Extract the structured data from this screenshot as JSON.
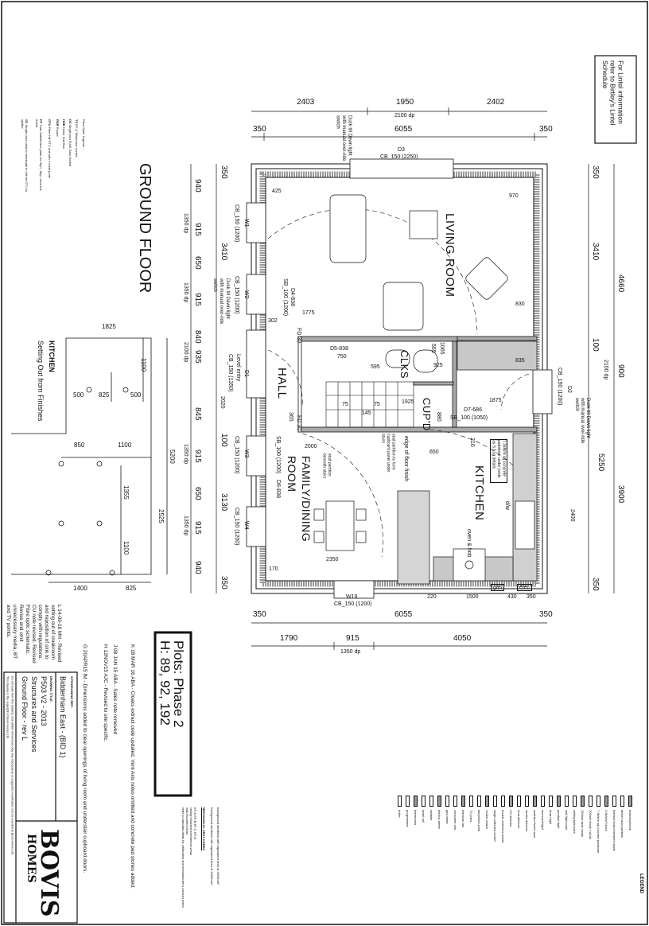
{
  "sheet": {
    "title": "GROUND FLOOR",
    "lintel_note": "For Lintel information refer to Birtley's Lintel Schedule",
    "plots": [
      "Plots: Phase 2",
      "H: 89, 92, 192"
    ]
  },
  "rooms": {
    "living": "LIVING ROOM",
    "kitchen": "KITCHEN",
    "family": "FAMILY/DINING ROOM",
    "hall": "HALL",
    "clks": "CLKS",
    "cupd": "CUP'D"
  },
  "dims_top": {
    "a": "2403",
    "b": "1950",
    "b_dp": "2100 dp",
    "c": "2402",
    "l350": "350",
    "overall": "6055",
    "r350": "350"
  },
  "dims_bottom": {
    "l350": "350",
    "overall": "6055",
    "r350": "350",
    "a": "1790",
    "b": "915",
    "b_dp": "1350 dp",
    "c": "4050"
  },
  "dims_left": {
    "outer": [
      "940",
      "915",
      "650",
      "915",
      "840",
      "935",
      "845",
      "915",
      "650",
      "915",
      "940"
    ],
    "dp": [
      "1350 dp",
      "1350 dp",
      "2100 dp",
      "1350 dp",
      "1350 dp"
    ],
    "inner": [
      "350",
      "3410",
      "100",
      "3130",
      "350"
    ]
  },
  "dims_right": {
    "inner": [
      "350",
      "3410",
      "100",
      "2100 dp",
      "5250",
      "350"
    ],
    "outer": [
      "4660",
      "900",
      "3900"
    ]
  },
  "openings": {
    "w1": [
      "W1",
      "CB_150 (1200)"
    ],
    "w2": [
      "W2",
      "CB_150 (1200)",
      "Dusk till Dawn light with manual over-ride switch"
    ],
    "d1": [
      "D1",
      "Level entry",
      "CB_150 (1350)",
      "2020"
    ],
    "w3": [
      "W3",
      "CB_150 (1200)"
    ],
    "w4": [
      "W4",
      "CB_150 (1200)"
    ],
    "d2": [
      "D2",
      "CB_150 (1200)",
      "Dusk till Dawn light with manual over-ride switch"
    ],
    "d3": [
      "D3",
      "CB_150 (2250)",
      "Dusk till Dawn light with manual over-ride switch"
    ],
    "w19": [
      "W19",
      "CB_150 (1200)"
    ]
  },
  "plan_notes": {
    "n425": "425",
    "n970": "970",
    "n830": "830",
    "n835": "835",
    "n302": "302",
    "n1775": "1775",
    "sb1": "SB_100 (1200)",
    "d4": "D4-838",
    "fd1": "FD 30",
    "fd2": "FD 30",
    "d5": "D5-838",
    "n750": "750",
    "n595": "595",
    "n565": "565",
    "n1065": "1065",
    "n925": "925",
    "n880": "880",
    "n1925": "1925",
    "n1875": "1875",
    "d7": "D7-686",
    "sb2": "SB_100 (1050)",
    "n365": "365",
    "n145": "145",
    "n75a": "75",
    "n75b": "75",
    "sb3": "SB_100 (1200)",
    "d6": "D6-838",
    "n2000": "2000",
    "n210": "210",
    "n650": "650",
    "n2350": "2350",
    "n170": "170",
    "stud1": "stud partition to form cupboard panel under stairs",
    "stud2": "stud partition beneath stairs",
    "floor": "edge of floor finish",
    "concrete": "7.3kN/m sq concrete padstone under joists as S.Eng details",
    "oven": "oven & hob",
    "dw": "d/w",
    "gas": "gas",
    "elec": "elec",
    "b220": "220",
    "b1500": "1500",
    "b430": "430",
    "b350": "350",
    "n2400": "2400"
  },
  "setting_out": {
    "title": "KITCHEN",
    "subtitle": "Setting Out from Finishes",
    "dims": [
      "1825",
      "1100",
      "500",
      "825",
      "500",
      "850",
      "1100",
      "1355",
      "1100",
      "5200",
      "2525",
      "1400",
      "825"
    ]
  },
  "services_legend": {
    "intro": "Fibre Optic Legend: ...",
    "items": [
      [
        "TS",
        "BT-A Telephone socket"
      ],
      [
        "DS",
        "Single port RJ45 Data Socket"
      ],
      [
        "HHB",
        "Home Hub Box"
      ],
      [
        "RDR",
        "Router"
      ],
      [
        "OTU",
        "Fibre Hill OTU unit with 4 reset ports"
      ],
      [
        "FP",
        "Triax Sat/Bk face plate for Sky+, Sky+ record & Aerial"
      ],
      [
        "SC",
        "Single coax cable to terminate in loft via OTU to splitter"
      ]
    ]
  },
  "revisions": [
    "L 14-09-16 MH - Revised setting out of cloakroom and reposition of sink to comply with regulations. CU note revised. Revised Fibre optic schematic. Revise and omit unnecessary media, BT and TV points.",
    "K 18 MAR 16 ABA - Cloaks extract code updated, Vent Axis notes omitted and concrete pad stones added.",
    "J 08 JAN 15 ABA - Sales note removed",
    "H 12NOV15 AJC - Revised to site specific.",
    "G 20APR15 IM - Dimensions added to clear openings of living room and understair cupboard doors."
  ],
  "title_block": {
    "site_label": "SITE/DRAWING REF:",
    "site": "Biddenham East - (BID 1)",
    "drawing_label": "DRAWING TITLE:",
    "drawing": [
      "P503 V2 - 2013",
      "Structures and Services",
      "Ground Floor - rev L"
    ],
    "disclaimer": [
      "Do not scale from this drawing. Use written dimensions only. Any discrepancy or suggested modification is to be reported to Bovis Homes Ltd.",
      "This drawing is the copyright of Bovis Homes Ltd."
    ],
    "logo": [
      "BOVIS",
      "HOMES"
    ]
  },
  "legend": {
    "title": "LEGEND",
    "items": [
      "masonry/block",
      "timber stud partition",
      "thermal board between studs",
      "2.5kN/m² block",
      "7.3kN/m sq concrete padstone",
      "100mm block / studs",
      "150mm wide cavity",
      "ceiling light point",
      "wall light point",
      "pendant light",
      "down light",
      "recessed light",
      "switched fused spur",
      "smoke detector",
      "heat detector",
      "CO detector",
      "double switched socket",
      "single switched socket",
      "cooker switch",
      "telephone point",
      "TV point",
      "extractor fan",
      "consumer unit",
      "gas meter",
      "electric meter",
      "radiator",
      "towel rail",
      "thermostat",
      "programmer",
      "boiler"
    ],
    "vent_title": "MECHANICAL VENT CODES",
    "vent_items": [
      "EF-A",
      "EF-B",
      "EF-C",
      "EF-D",
      "ceiling mounted mechanical vents",
      "wall mounted vents",
      "refer to standard detail for calibration and manufacturer's product notes",
      "background ventilator with equivalent area of 4000mm²",
      "background ventilator with equivalent area of 5000mm²"
    ]
  },
  "colors": {
    "line": "#111111",
    "wall_fill": "#9a9a9a",
    "unit_fill": "#cfcfcf",
    "worktop": "#d9d9d9"
  }
}
